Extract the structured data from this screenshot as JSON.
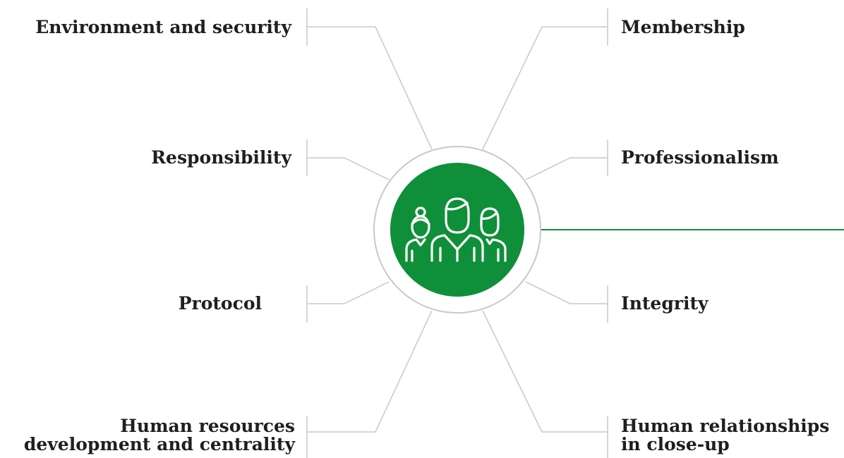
{
  "colors": {
    "accent": "#0f8f3a",
    "connector": "#c8c8c8",
    "text": "#1f1f1f"
  },
  "center": {
    "icon": "team-people-icon"
  },
  "labels": {
    "environment_and_security": "Environment and security",
    "responsibility": "Responsibility",
    "protocol": "Protocol",
    "human_resources_line1": "Human resources",
    "human_resources_line2": "development and centrality",
    "membership": "Membership",
    "professionalism": "Professionalism",
    "integrity": "Integrity",
    "human_relationships_line1": "Human relationships",
    "human_relationships_line2": "in close-up"
  }
}
